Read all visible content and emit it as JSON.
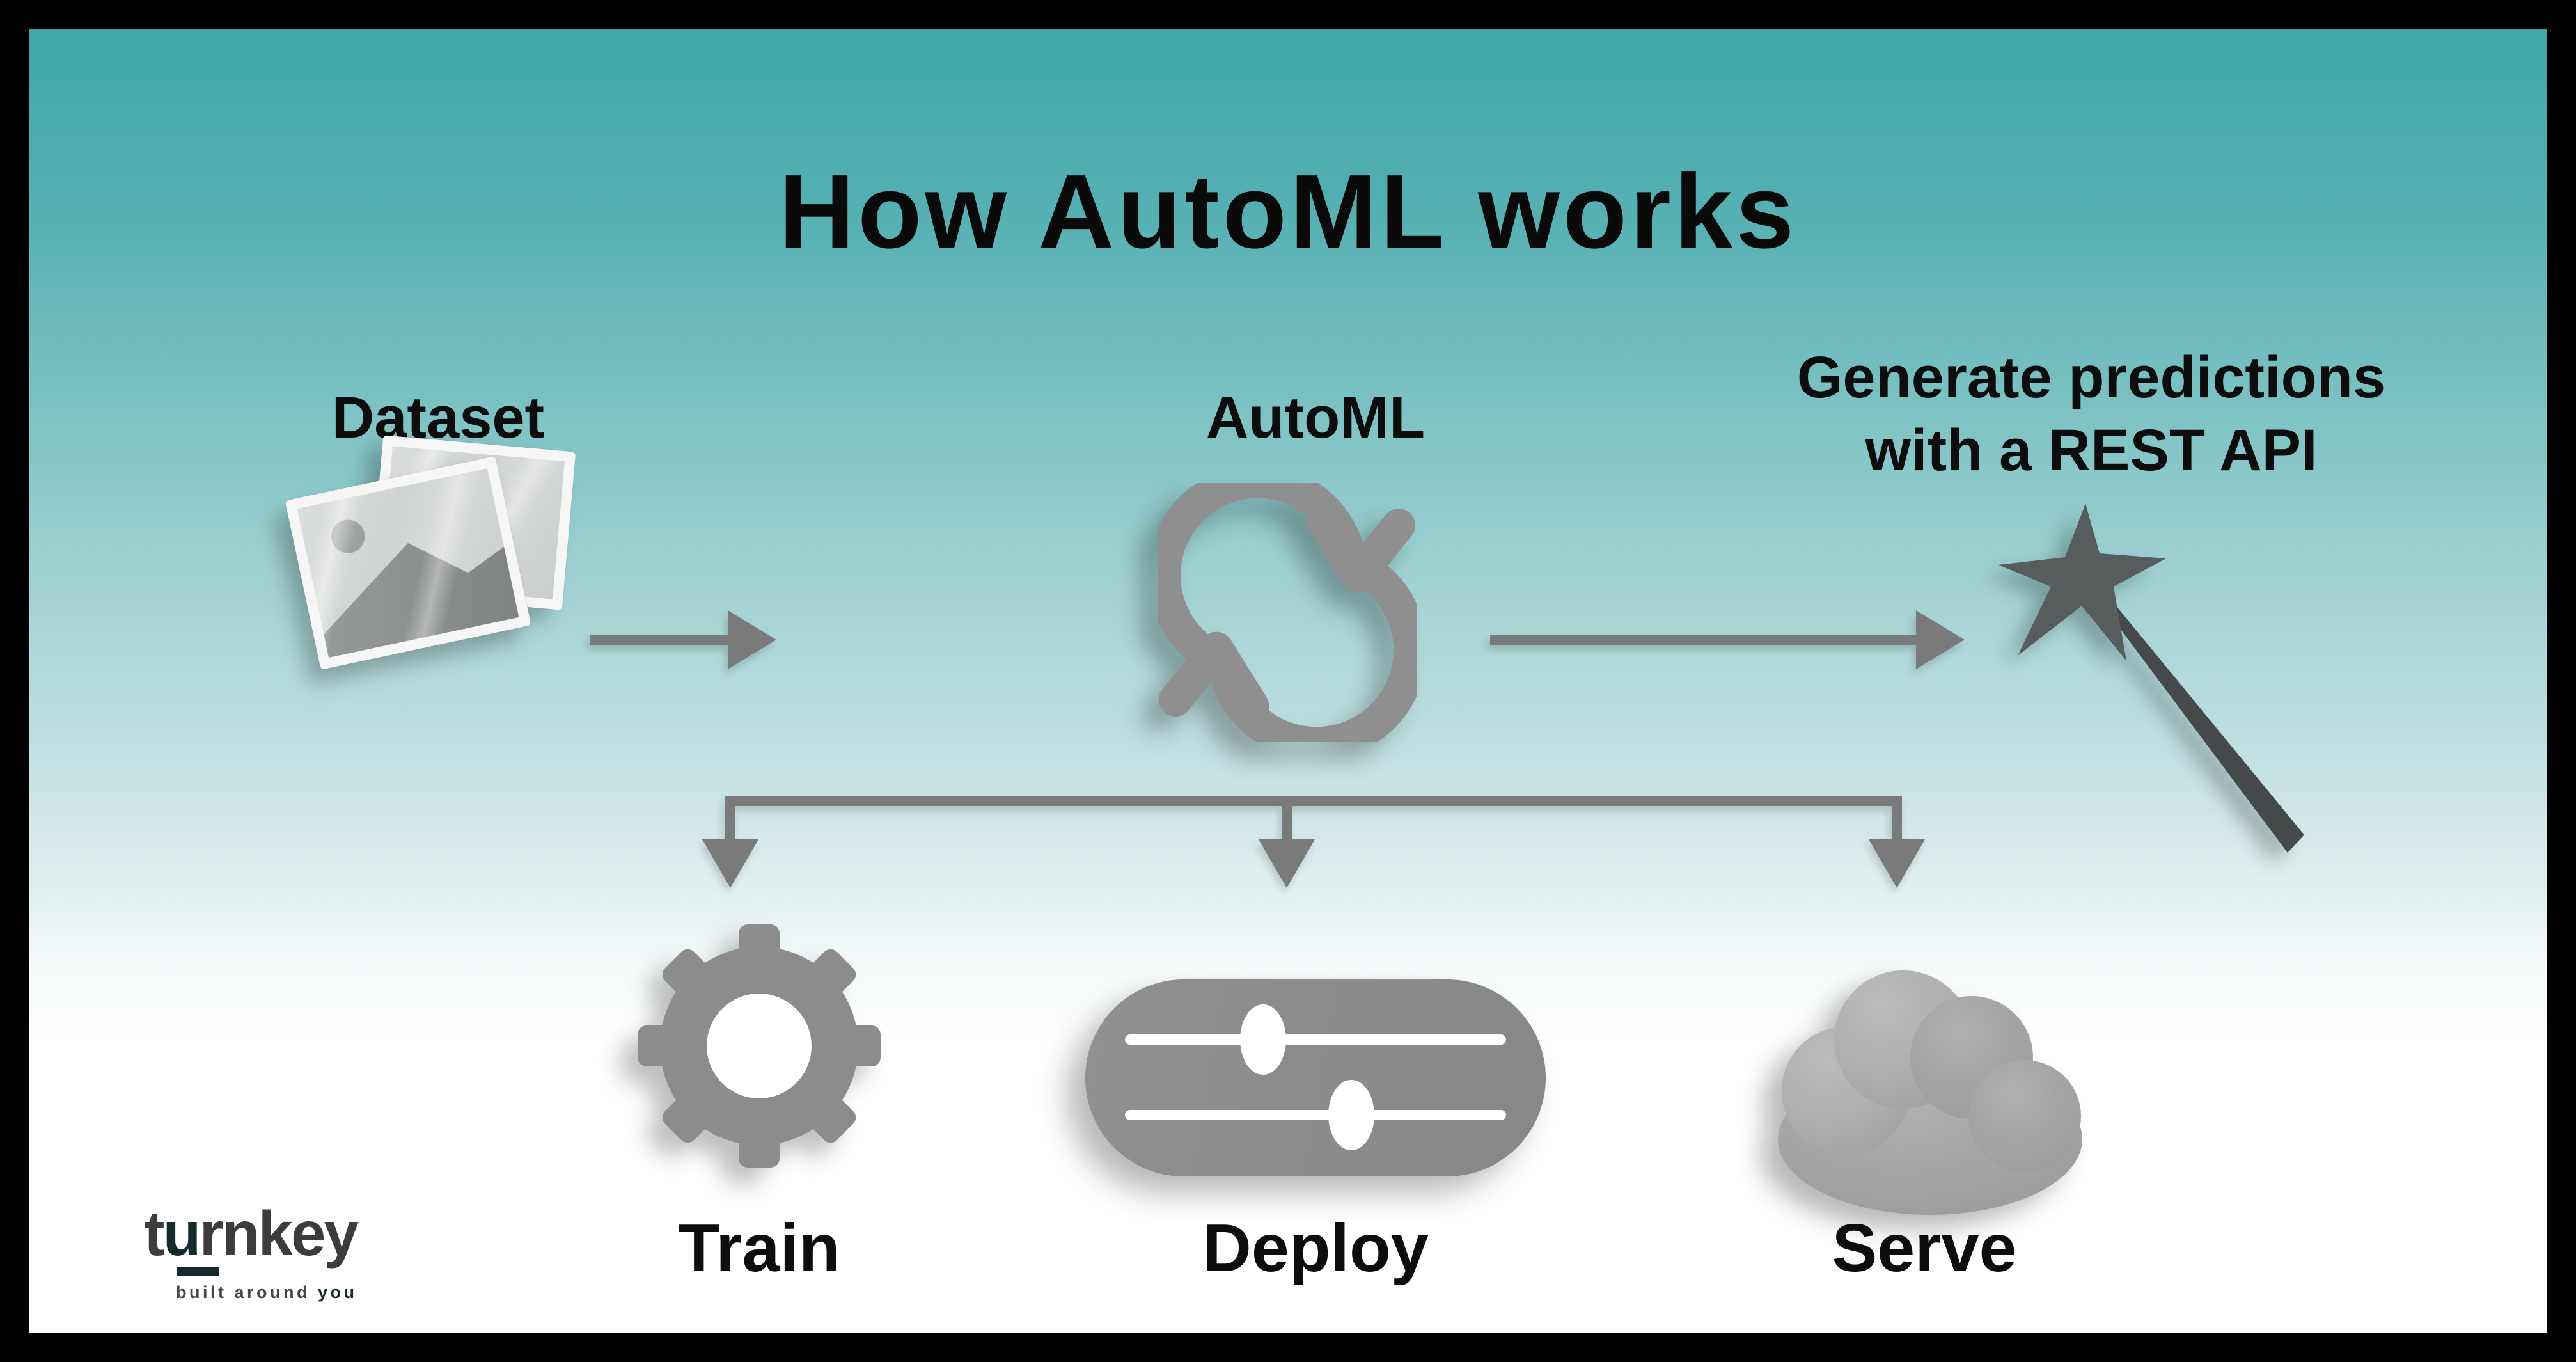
{
  "title": "How AutoML works",
  "flow": {
    "dataset": {
      "label": "Dataset"
    },
    "automl": {
      "label": "AutoML"
    },
    "predictions": {
      "label_line1": "Generate predictions",
      "label_line2": "with a REST API"
    }
  },
  "steps": [
    {
      "label": "Train"
    },
    {
      "label": "Deploy"
    },
    {
      "label": "Serve"
    }
  ],
  "logo": {
    "word_prefix": "t",
    "word_accent": "u",
    "word_suffix": "rnkey",
    "tagline": "built around",
    "tagline_accent": "you"
  },
  "icons": {
    "dataset": "photos-icon",
    "automl": "sync-cycle-icon",
    "predictions": "magic-wand-icon",
    "train": "gear-icon",
    "deploy": "sliders-icon",
    "serve": "cloud-icon",
    "connectors": [
      "arrow-right-icon",
      "arrow-down-icon"
    ]
  },
  "colors": {
    "background_top": "#3FA7A9",
    "background_bottom": "#FFFFFF",
    "frame": "#000000",
    "text": "#0D0D0D",
    "icon_gray": "#8C8C8C",
    "connector_gray": "#7A7A7A",
    "wand_dark": "#4B5051",
    "logo_dark": "#3C3C3C",
    "logo_accent": "#152A2C"
  }
}
